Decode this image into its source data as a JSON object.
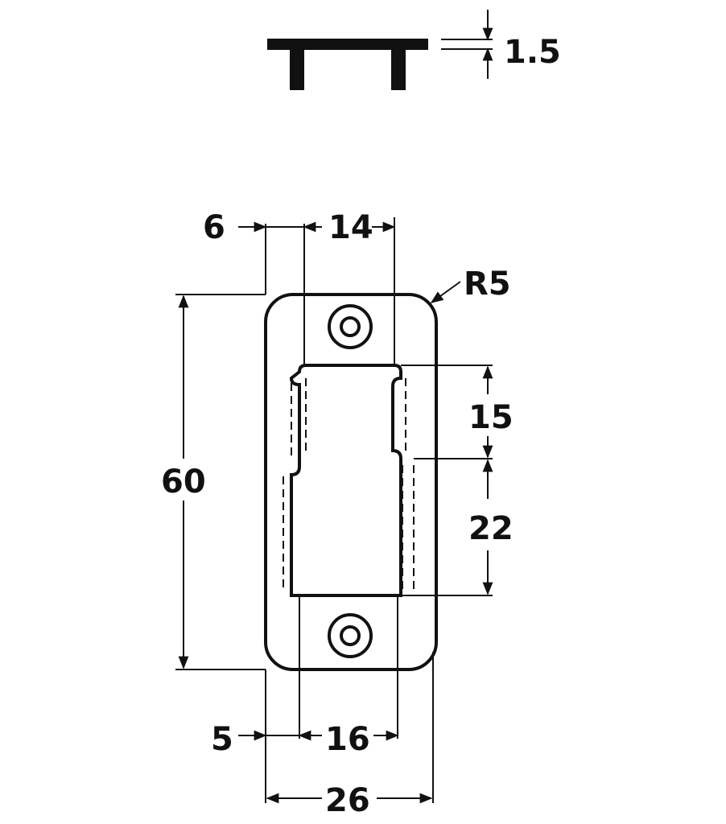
{
  "side_view": {
    "thickness_label": "1.5"
  },
  "dimensions": {
    "top_left_offset": "6",
    "top_width": "14",
    "corner_radius": "R5",
    "total_height": "60",
    "slot_upper_height": "15",
    "slot_lower_height": "22",
    "bottom_left_offset": "5",
    "bottom_width": "16",
    "total_width": "26"
  },
  "colors": {
    "line": "#111111",
    "background": "#ffffff"
  }
}
